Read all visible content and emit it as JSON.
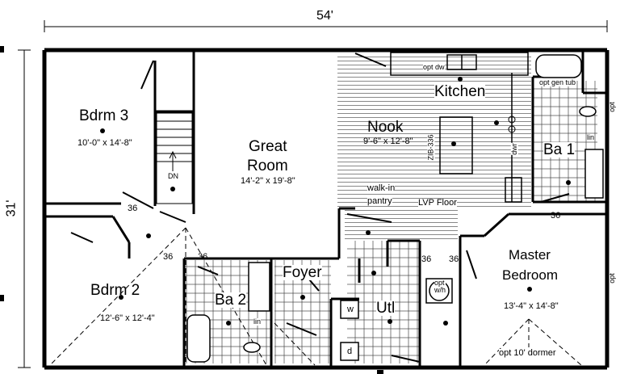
{
  "overall": {
    "width": "54'",
    "depth": "31'"
  },
  "rooms": {
    "bdrm3": {
      "name": "Bdrm 3",
      "size": "10'-0\" x 14'-8\""
    },
    "great_room": {
      "name_line1": "Great",
      "name_line2": "Room",
      "size": "14'-2\" x 19'-8\""
    },
    "nook": {
      "name": "Nook",
      "size": "9'-6\" x 12'-8\""
    },
    "kitchen": {
      "name": "Kitchen"
    },
    "ba1": {
      "name": "Ba 1"
    },
    "bdrm2": {
      "name": "Bdrm 2",
      "size": "12'-6\" x 12'-4\""
    },
    "ba2": {
      "name": "Ba 2"
    },
    "foyer": {
      "name": "Foyer"
    },
    "utl": {
      "name": "Utl"
    },
    "master": {
      "name_line1": "Master",
      "name_line2": "Bedroom",
      "size": "13'-4\" x 14'-8\""
    }
  },
  "notes": {
    "walkin_line1": "walk-in",
    "walkin_line2": "pantry",
    "floor": "LVP Floor",
    "opt_dw": "opt dw",
    "opt_gen_tub": "opt gen tub",
    "opt_left": "opt",
    "opt_right": "opt",
    "opt_dormer": "opt 10' dormer",
    "dn": "DN",
    "zib": "ZIB-336",
    "dwr": "dwr",
    "lin1": "lin",
    "lin2": "lin",
    "w": "w",
    "d": "d",
    "owh": "opt\nw/h"
  },
  "door_sizes": [
    "36",
    "36",
    "36",
    "36",
    "36",
    "36"
  ]
}
